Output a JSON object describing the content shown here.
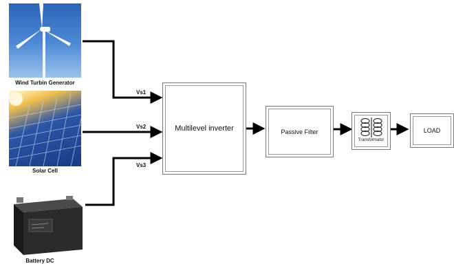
{
  "sources": {
    "wind": {
      "caption": "Wind Turbin Generator"
    },
    "solar": {
      "caption": "Solar Cell"
    },
    "battery": {
      "caption": "Battery DC"
    }
  },
  "voltages": {
    "vs1": "Vs1",
    "vs2": "Vs2",
    "vs3": "Vs3"
  },
  "blocks": {
    "inverter": "Multilevel inverter",
    "filter": "Passive Filter",
    "transformer": "Transformator",
    "load": "LOAD"
  }
}
